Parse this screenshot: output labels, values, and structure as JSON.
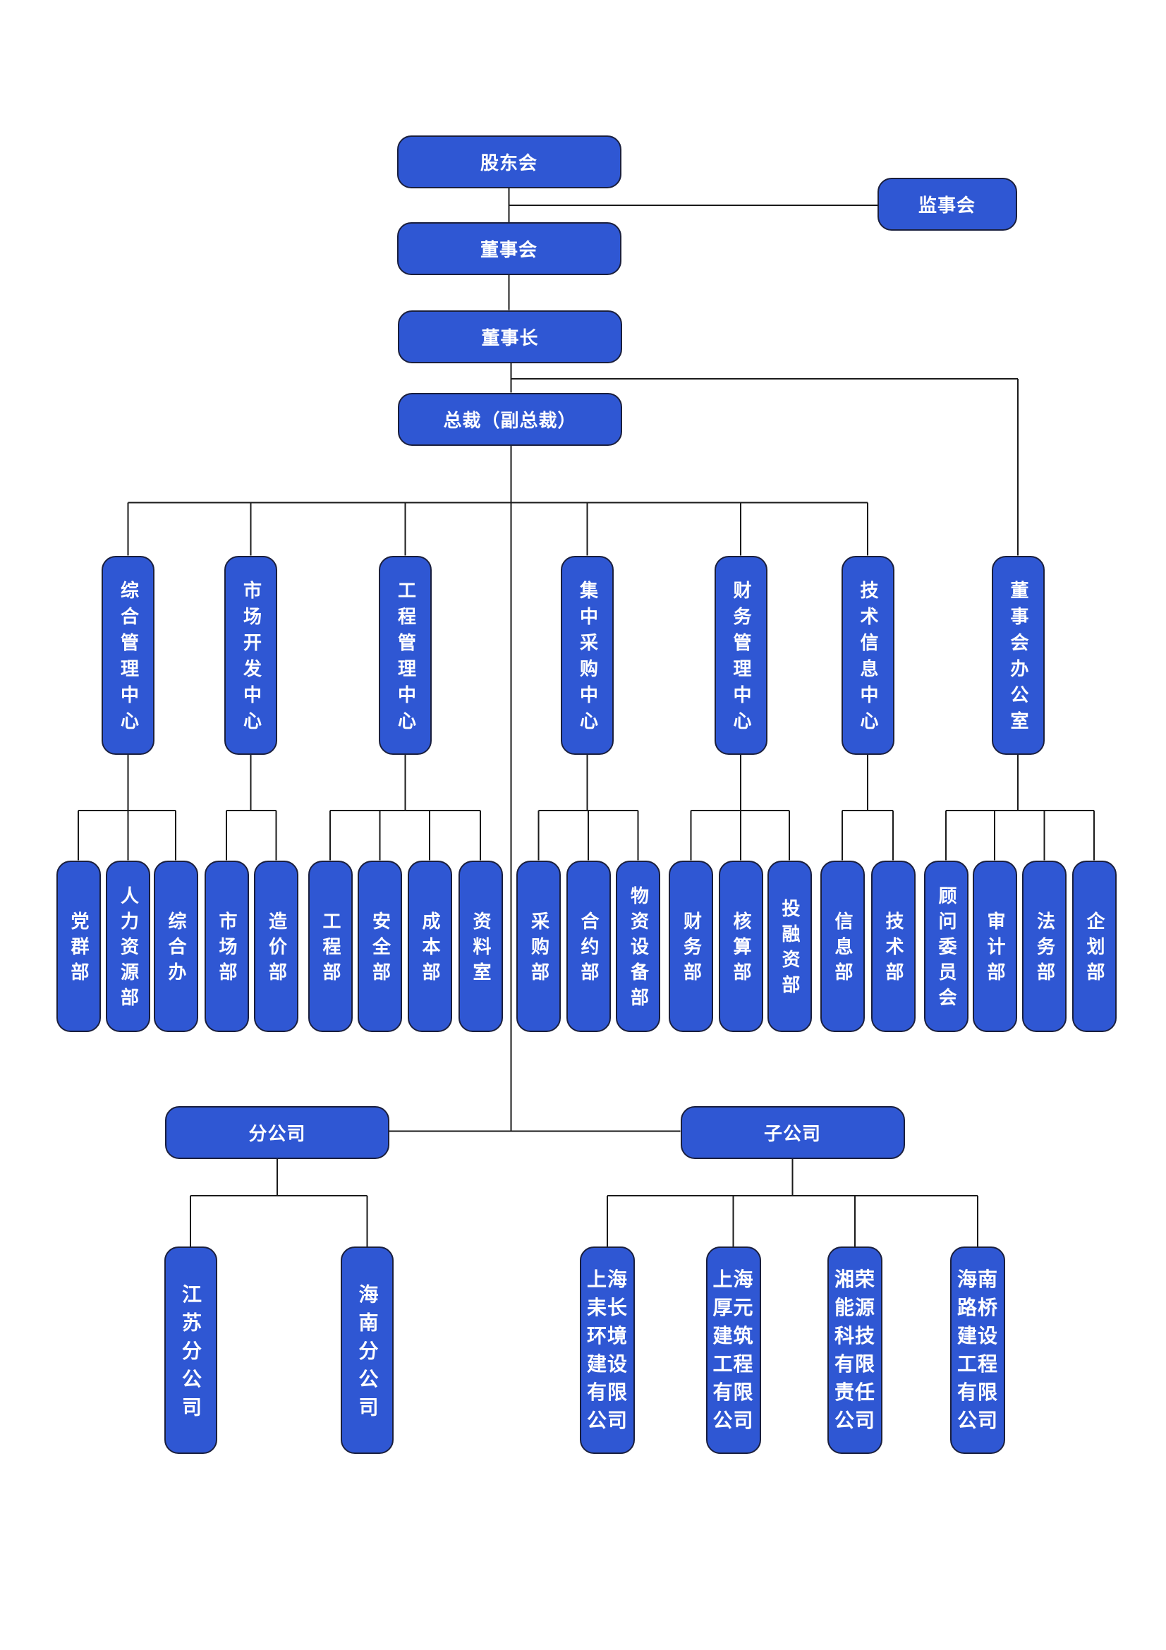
{
  "top": {
    "shareholders": "股东会",
    "supervisors": "监事会",
    "board": "董事会",
    "chairman": "董事长",
    "president": "总裁（副总裁）"
  },
  "centers": {
    "general": "综合管理中心",
    "market": "市场开发中心",
    "engineering": "工程管理中心",
    "procurement": "集中采购中心",
    "finance": "财务管理中心",
    "tech": "技术信息中心",
    "board_office": "董事会办公室"
  },
  "departments": {
    "party": "党群部",
    "hr": "人力资源部",
    "admin": "综合办",
    "market": "市场部",
    "costing": "造价部",
    "engineering": "工程部",
    "safety": "安全部",
    "cost": "成本部",
    "records": "资料室",
    "purchasing": "采购部",
    "contract": "合约部",
    "equipment": "物资设备部",
    "finance": "财务部",
    "accounting": "核算部",
    "investment": "投融资部",
    "information": "信息部",
    "technology": "技术部",
    "advisory": "顾问委员会",
    "audit": "审计部",
    "legal": "法务部",
    "planning": "企划部"
  },
  "branches": {
    "title": "分公司",
    "jiangsu": "江苏分公司",
    "hainan": "海南分公司"
  },
  "subsidiaries": {
    "title": "子公司",
    "shanghai_laichang": "上海\n耒长\n环境\n建设\n有限\n公司",
    "shanghai_houyuan": "上海\n厚元\n建筑\n工程\n有限\n公司",
    "xiangrong": "湘荣\n能源\n科技\n有限\n责任\n公司",
    "hainan_luqiao": "海南\n路桥\n建设\n工程\n有限\n公司"
  },
  "colors": {
    "node_fill": "#2f57d3",
    "node_border": "#1a1f3d",
    "line": "#1a1a1a"
  }
}
